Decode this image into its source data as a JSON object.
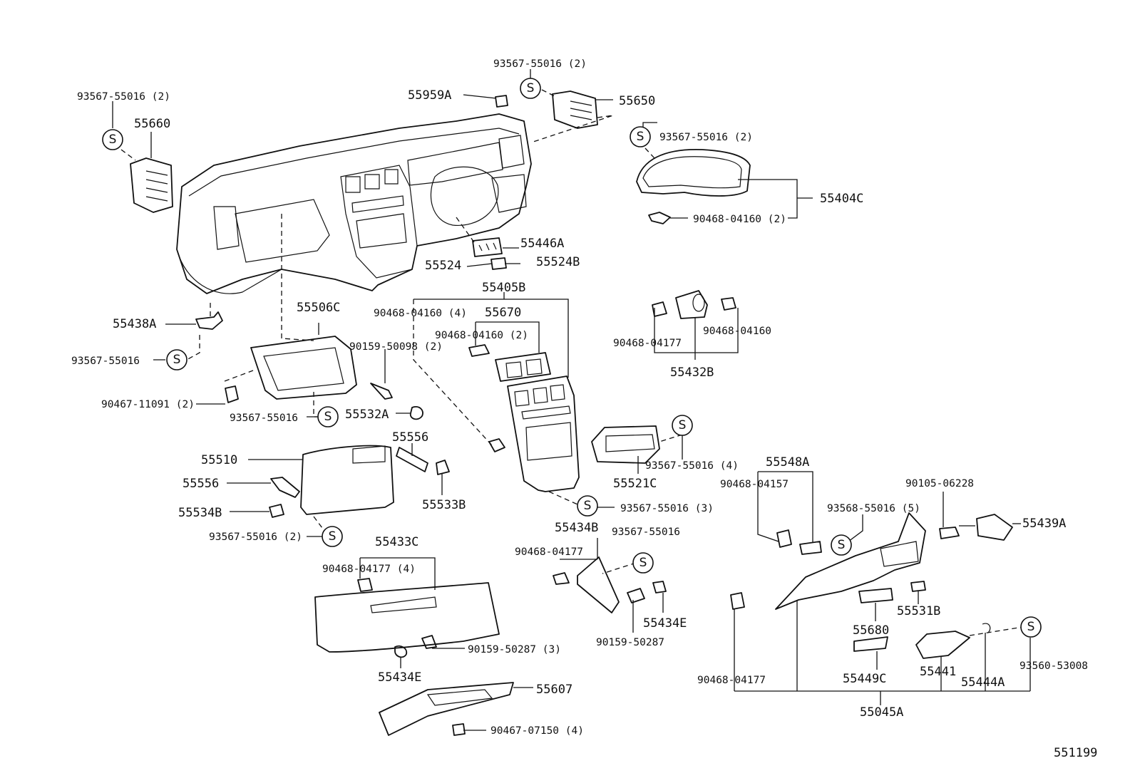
{
  "diagram": {
    "figure_code": "551199",
    "s_symbol": "S",
    "labels": {
      "p93567_55016_2_top": "93567-55016 (2)",
      "p55959A": "55959A",
      "p55650": "55650",
      "p93567_55016_2_left": "93567-55016 (2)",
      "p55660": "55660",
      "p93567_55016_2_right": "93567-55016 (2)",
      "p55404C": "55404C",
      "p90468_04160_2_right": "90468-04160 (2)",
      "p55446A": "55446A",
      "p55524": "55524",
      "p55524B": "55524B",
      "p55405B": "55405B",
      "p90468_04160_4": "90468-04160 (4)",
      "p55670": "55670",
      "p90468_04160_2_mid": "90468-04160 (2)",
      "p55438A": "55438A",
      "p55506C": "55506C",
      "p93567_55016_left": "93567-55016",
      "p90159_50098_2": "90159-50098 (2)",
      "p90467_11091_2": "90467-11091 (2)",
      "p93567_55016_mid": "93567-55016",
      "p55532A": "55532A",
      "p90468_04177_a": "90468-04177",
      "p90468_04160_single": "90468-04160",
      "p55432B": "55432B",
      "p55556_top": "55556",
      "p55510": "55510",
      "p55556_left": "55556",
      "p55533B": "55533B",
      "p55534B": "55534B",
      "p93567_55016_2_bottom": "93567-55016 (2)",
      "p55521C": "55521C",
      "p93567_55016_4": "93567-55016 (4)",
      "p93567_55016_3": "93567-55016 (3)",
      "p55548A": "55548A",
      "p90468_04157": "90468-04157",
      "p90105_06228": "90105-06228",
      "p93568_55016_5": "93568-55016 (5)",
      "p55439A": "55439A",
      "p55433C": "55433C",
      "p90468_04177_4": "90468-04177 (4)",
      "p55434B": "55434B",
      "p93567_55016_r": "93567-55016",
      "p90468_04177_b": "90468-04177",
      "p55434E_right": "55434E",
      "p90159_50287": "90159-50287",
      "p90159_50287_3": "90159-50287 (3)",
      "p55434E_left": "55434E",
      "p55607": "55607",
      "p90467_07150_4": "90467-07150 (4)",
      "p55531B": "55531B",
      "p55680": "55680",
      "p90468_04177_c": "90468-04177",
      "p55449C": "55449C",
      "p55441": "55441",
      "p55444A": "55444A",
      "p93560_53008": "93560-53008",
      "p55045A": "55045A"
    }
  }
}
